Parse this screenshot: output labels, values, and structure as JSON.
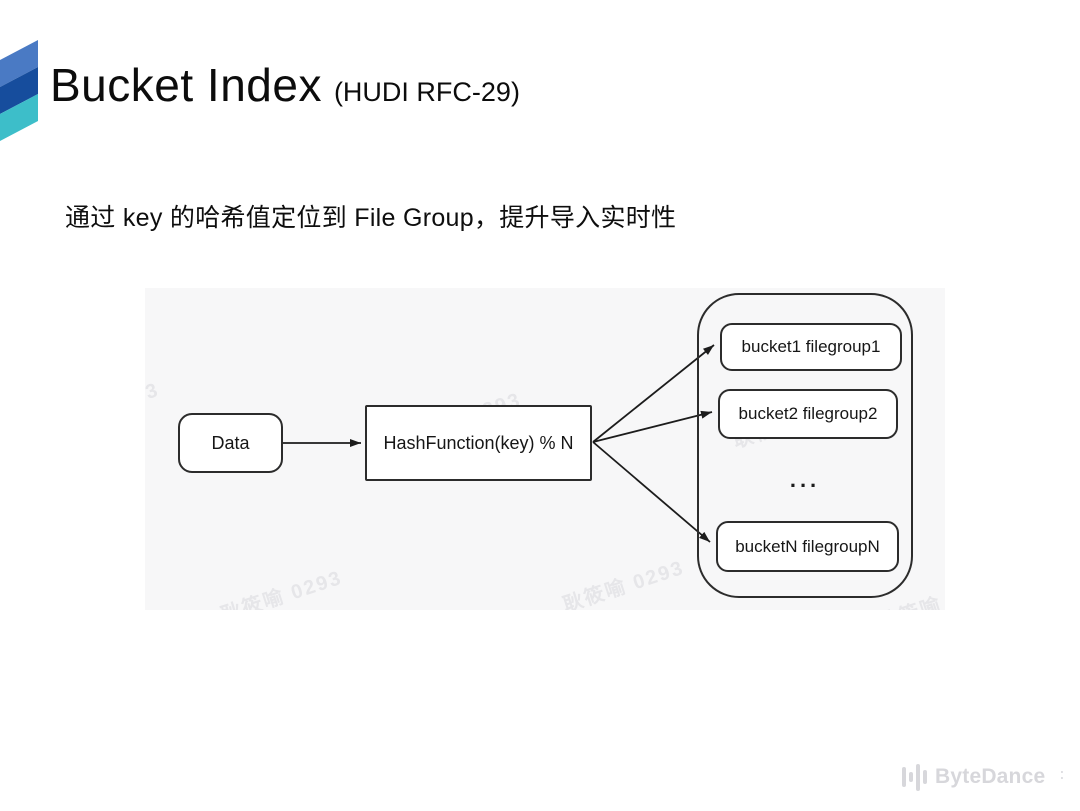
{
  "slide": {
    "title": "Bucket Index",
    "title_suffix": "(HUDI RFC-29)",
    "description": "通过 key 的哈希值定位到 File Group，提升导入实时性"
  },
  "diagram": {
    "data_node": "Data",
    "hash_node": "HashFunction(key) % N",
    "buckets": [
      "bucket1 filegroup1",
      "bucket2 filegroup2",
      "bucketN filegroupN"
    ],
    "ellipsis": "..."
  },
  "watermark": {
    "text": "耿筱喻 0293"
  },
  "footer": {
    "brand": "ByteDance",
    "clipped_glyph": "∶"
  },
  "colors": {
    "logo_top": "#4a7ac4",
    "logo_mid": "#164d9d",
    "logo_bottom": "#3dbec9",
    "panel_bg": "#f7f7f8",
    "line": "#1c1c1c",
    "footer_gray": "#d7d7db"
  }
}
